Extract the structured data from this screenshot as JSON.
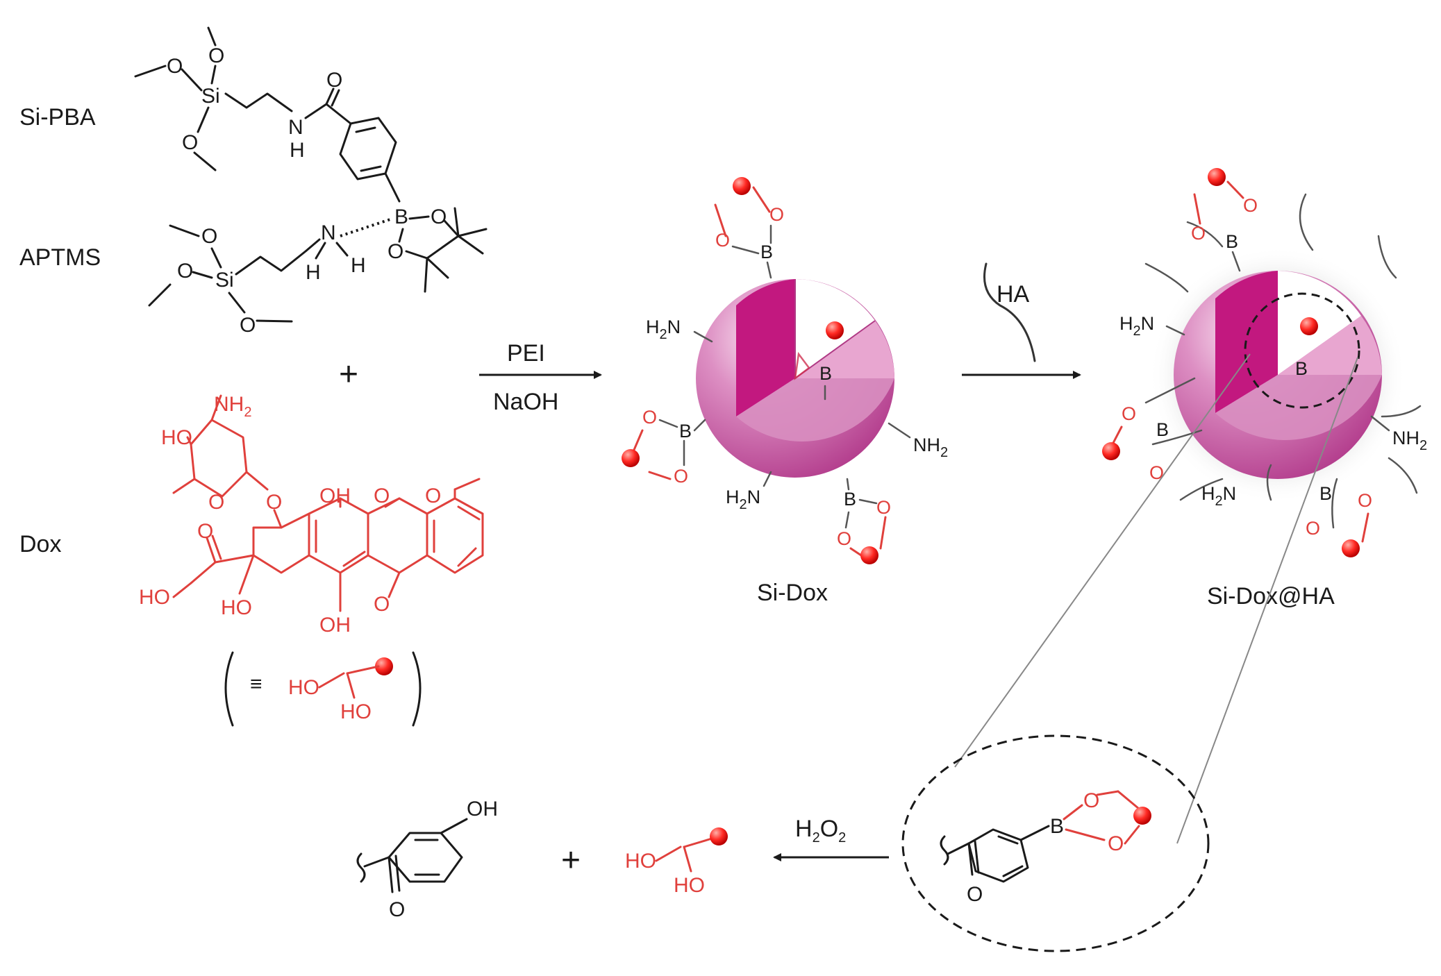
{
  "compound_labels": {
    "si_pba": "Si-PBA",
    "aptms": "APTMS",
    "dox": "Dox"
  },
  "reaction1": {
    "reagent_top": "PEI",
    "reagent_bottom": "NaOH",
    "plus": "+"
  },
  "reaction2": {
    "reagent": "HA"
  },
  "reaction3": {
    "reagent": "H",
    "reagent_sub1": "2",
    "reagent_mid": "O",
    "reagent_sub2": "2",
    "plus": "+"
  },
  "products": {
    "si_dox": "Si-Dox",
    "si_dox_ha": "Si-Dox@HA"
  },
  "atoms": {
    "O": "O",
    "Si": "Si",
    "N": "N",
    "H": "H",
    "B": "B",
    "HO": "HO",
    "OH": "OH",
    "NH2_pre": "NH",
    "H2N_pre": "H",
    "H2N_post": "N",
    "sub2": "2",
    "equiv": "≡"
  },
  "colors": {
    "drug_red": "#e0403c",
    "particle_magenta": "#c2459a",
    "particle_light": "#e3a3cc",
    "bond_black": "#1a1a1a"
  }
}
